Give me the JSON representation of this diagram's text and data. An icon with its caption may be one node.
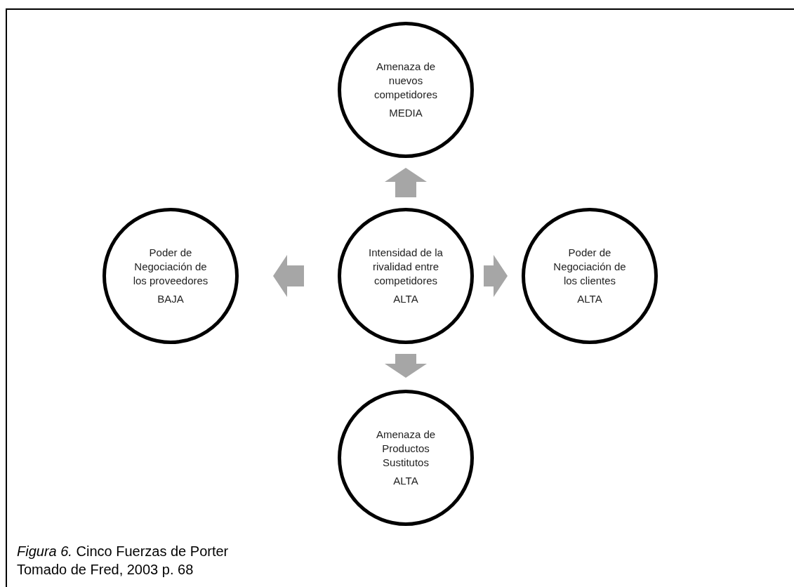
{
  "diagram": {
    "caption": "*Figura 6.* Cinco Fuerzas de Porter",
    "nodes": [
      {
        "text": [
          "Amenaza de nuevos competidores",
          "MEDIA"
        ]
      },
      {
        "text": [
          "Poder de Negociación de los proveedores",
          "BAJA"
        ]
      },
      {
        "text": [
          "Intensidad de la rivalidad entre competidores",
          "ALTA"
        ]
      },
      {
        "text": [
          "Poder de Negociación de los clientes",
          "ALTA"
        ]
      },
      {
        "text": [
          "Amenaza de Productos Sustitutos",
          "ALTA"
        ]
      }
    ],
    "edges": [
      {
        "from": 2,
        "to": 0,
        "arrow": "to"
      },
      {
        "from": 2,
        "to": 1,
        "arrow": "to"
      },
      {
        "from": 2,
        "to": 3,
        "arrow": "to"
      },
      {
        "from": 2,
        "to": 4,
        "arrow": "to"
      }
    ],
    "labels": [
      "Tomado de Fred, 2003 p. 68"
    ]
  }
}
